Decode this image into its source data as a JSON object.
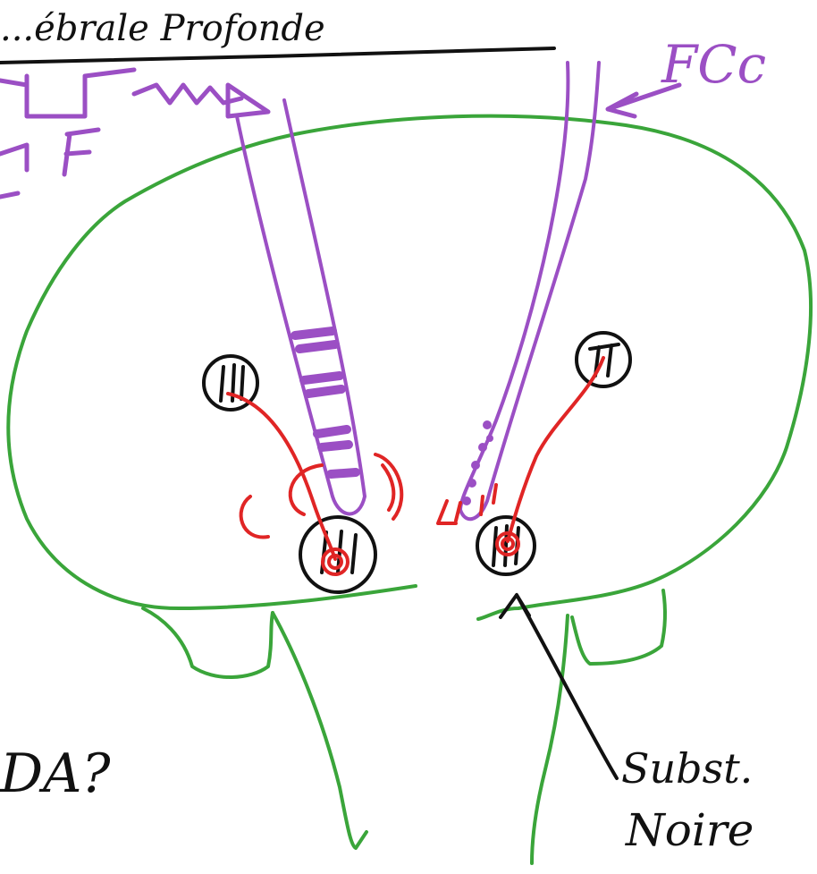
{
  "title": "...ébrale Profonde",
  "labels": {
    "top_right": "FCc",
    "left_f": "F",
    "question": "DA?",
    "subst_line1": "Subst.",
    "subst_line2": "Noire"
  },
  "colors": {
    "green": "#3aa53a",
    "purple": "#9b4fc4",
    "red": "#e02525",
    "black": "#111111",
    "background": "#ffffff"
  }
}
